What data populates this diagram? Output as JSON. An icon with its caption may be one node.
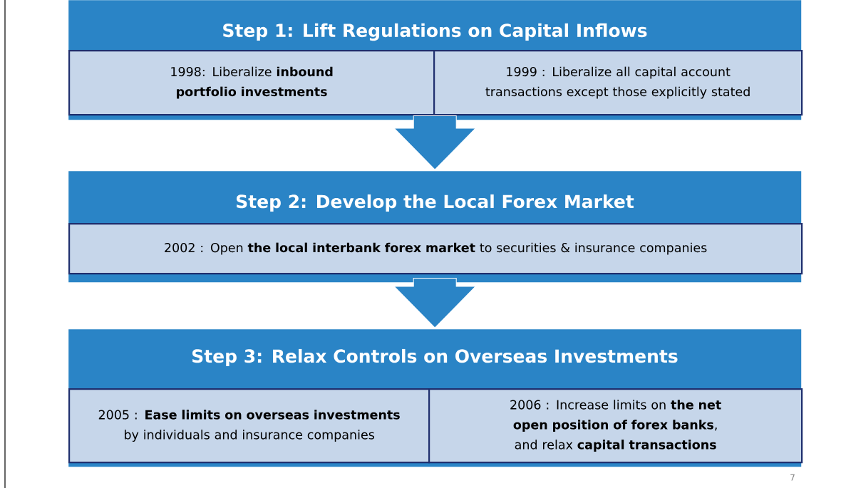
{
  "diagram": {
    "nodes": [
      {
        "text": [
          "Step 1: Lift Regulations on Capital Inflows"
        ]
      },
      {
        "text": [
          "1998: Liberalize **inbound portfolio investments**"
        ],
        "in": 0
      },
      {
        "text": [
          "1999 : Liberalize all capital account transactions except those explicitly stated"
        ],
        "in": 0
      },
      {
        "text": [
          "Step 2: Develop the Local Forex Market"
        ]
      },
      {
        "text": [
          "2002 : Open **the local interbank forex market** to securities  & insurance companies"
        ],
        "in": 3
      },
      {
        "text": [
          "Step 3: Relax Controls on Overseas Investments"
        ]
      },
      {
        "text": [
          "2005 : **Ease limits on overseas investments** by individuals and insurance companies"
        ],
        "in": 5
      },
      {
        "text": [
          "2006 : Increase limits on **the net open position of forex banks**, and relax **capital transactions**"
        ],
        "in": 5
      }
    ],
    "edges": [
      {
        "from": 0,
        "to": 3,
        "arrow": "to"
      },
      {
        "from": 3,
        "to": 5,
        "arrow": "to"
      }
    ],
    "labels": [
      "7"
    ]
  }
}
